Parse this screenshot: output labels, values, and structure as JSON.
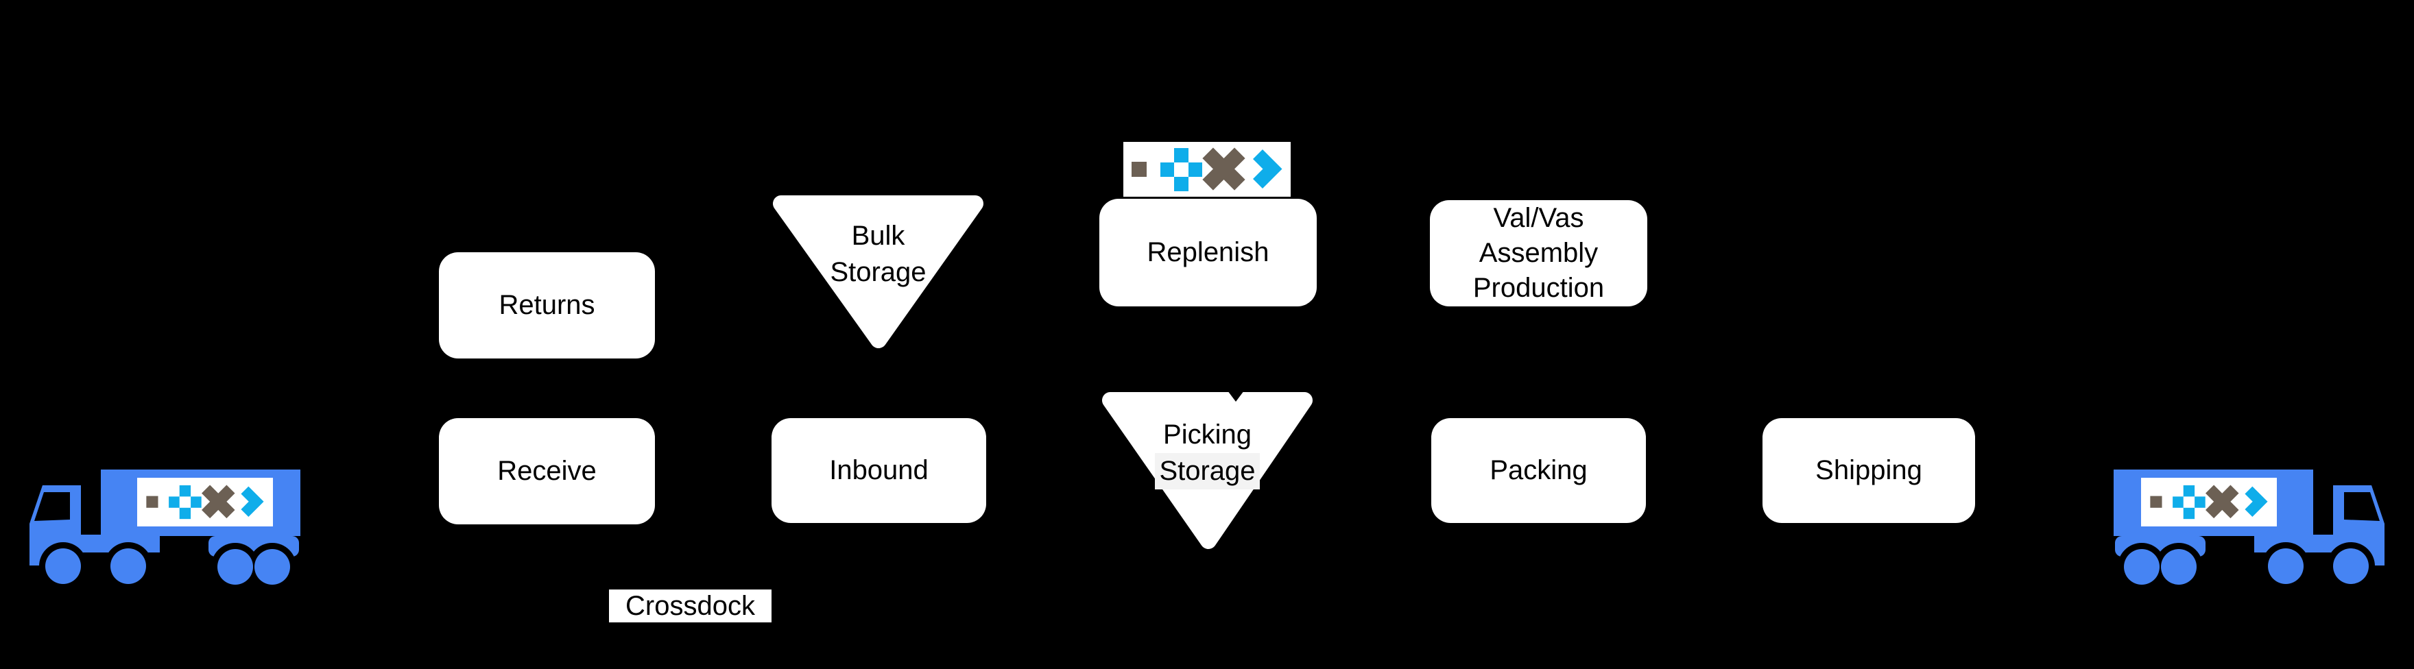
{
  "diagram_title": "",
  "nodes": {
    "returns": {
      "label": "Returns",
      "shape": "rounded-box"
    },
    "receive": {
      "label": "Receive",
      "shape": "rounded-box"
    },
    "inbound": {
      "label": "Inbound",
      "shape": "rounded-box"
    },
    "bulk_storage": {
      "lines": [
        "Bulk",
        "Storage"
      ],
      "shape": "inverted-triangle"
    },
    "replenish": {
      "label": "Replenish",
      "shape": "rounded-box"
    },
    "picking_storage": {
      "lines": [
        "Picking",
        "Storage"
      ],
      "shape": "inverted-triangle"
    },
    "val_vas": {
      "lines": [
        "Val/Vas",
        "Assembly",
        "Production"
      ],
      "shape": "rounded-box"
    },
    "packing": {
      "label": "Packing",
      "shape": "rounded-box"
    },
    "shipping": {
      "label": "Shipping",
      "shape": "rounded-box"
    },
    "crossdock": {
      "label": "Crossdock",
      "shape": "label-box"
    }
  },
  "icons": {
    "left_truck": "truck-icon-facing-left",
    "right_truck": "truck-icon-facing-right",
    "brand_logo": "pixel-logo (square, plus, x, chevron)",
    "arrowhead": "down-arrowhead into picking storage"
  },
  "colors": {
    "background": "#000000",
    "shape_fill": "#ffffff",
    "text": "#000000",
    "truck_blue": "#4684F3",
    "logo_cyan": "#0FADEA",
    "logo_brown": "#6C6054",
    "storage_label_bg": "#f3f3f3"
  }
}
